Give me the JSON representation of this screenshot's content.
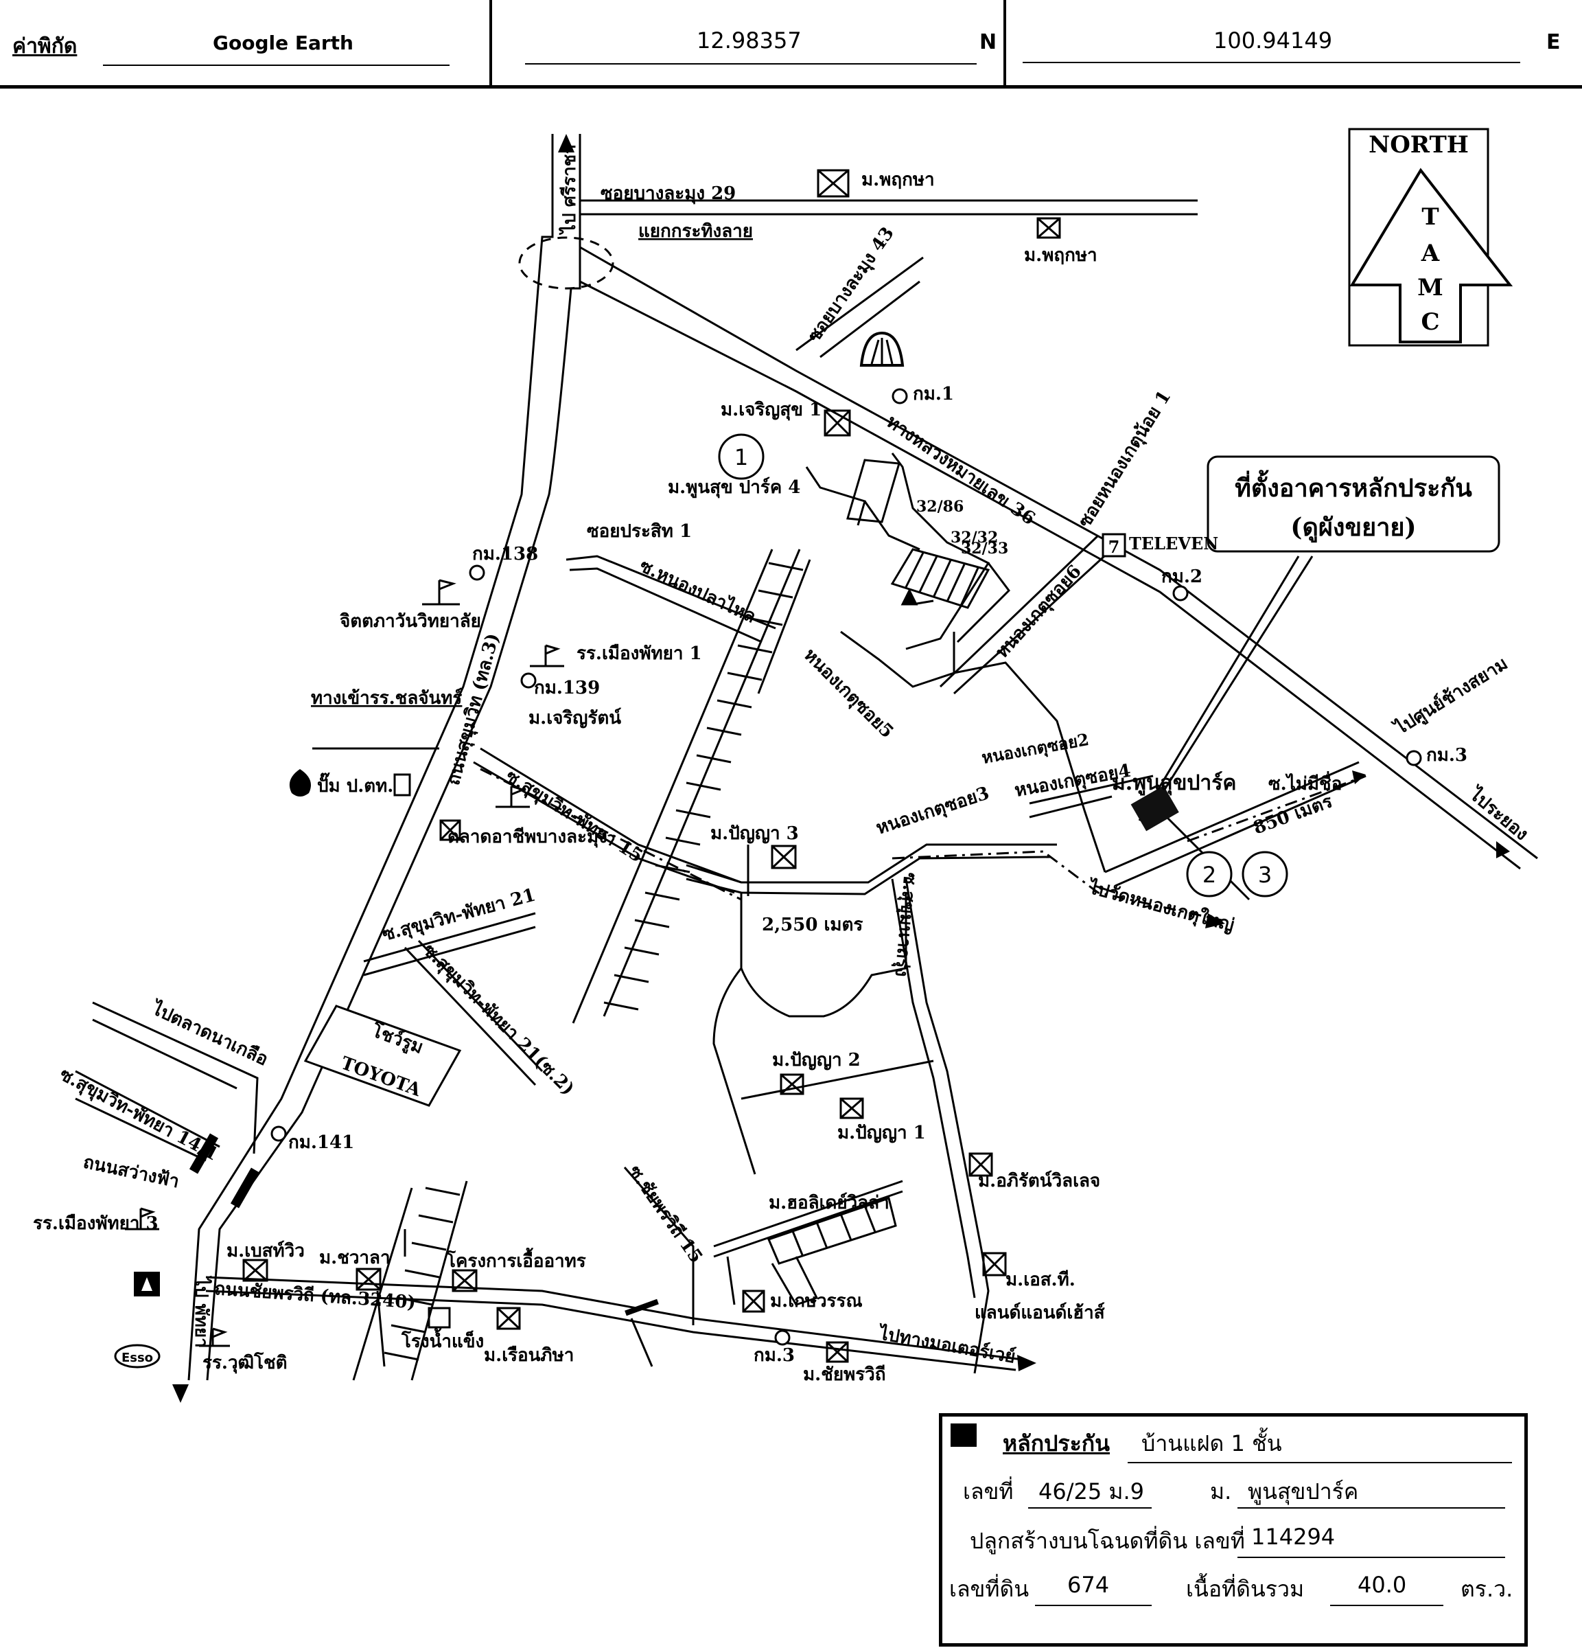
{
  "header": {
    "label": "ค่าพิกัด",
    "source": "Google Earth",
    "latitude": "12.98357",
    "lat_dir": "N",
    "longitude": "100.94149",
    "lon_dir": "E"
  },
  "compass": {
    "title": "NORTH",
    "letters": [
      "T",
      "A",
      "M",
      "C"
    ]
  },
  "callout": {
    "line1": "ที่ตั้งอาคารหลักประกัน",
    "line2": "(ดูผังขยาย)"
  },
  "map_labels": {
    "to_sriracha": "ไป ศรีราชา",
    "soi_bls29": "ซอยบางละมุง 29",
    "m_pruksa_1": "ม.พฤกษา",
    "m_pruksa_2": "ม.พฤกษา",
    "yaek_krating_lai": "แยกกระทิงลาย",
    "soi_bls43": "ซอยบางละมุง 43",
    "km1": "กม.1",
    "m_charoensuk1": "ม.เจริญสุข 1",
    "hwy36": "ทางหลวงหมายเลข 36",
    "soi_nongket_noi1": "ซอยหนองเกตุน้อย 1",
    "m_poonsuk_park4": "ม.พูนสุข ปาร์ค 4",
    "n1": "1",
    "n3286": "32/86",
    "n3232": "32/32",
    "n3233": "32/33",
    "seven_eleven": "TELEVEN",
    "km2": "กม.2",
    "km138": "กม.138",
    "soi_prasit1": "ซอยประสิท 1",
    "s_nong_pla_lai": "ซ.หนองปลาไหล",
    "chitpawan": "จิตตภาวันวิทยาลัย",
    "nongket_soi6": "หนองเกตุซอย6",
    "school_muang_pattaya1": "รร.เมืองพัทยา 1",
    "tang_khao_chonchan": "ทางเข้ารร.ชลจันทร์",
    "km139": "กม.139",
    "m_charoenrat": "ม.เจริญรัตน์",
    "sukhumvit_road": "ถนนสุขุมวิท (ทล.3)",
    "nongket_soi5": "หนองเกตุซอย5",
    "nongket_soi2": "หนองเกตุซอย2",
    "to_lotus": "ไปศูนย์ช้างสยาม",
    "km3_right": "กม.3",
    "ptt_pump": "ปั๊ม ป.ตท.",
    "s_sukhumvit_pattaya15": "ซ.สุขุมวิท-พัทยา 15",
    "m_poonsuk_park": "ม.พูนสุขปาร์ค",
    "s_mai_mee_chue": "ซ.ไม่มีชื่อ",
    "nongket_soi4": "หนองเกตุซอย4",
    "nongket_soi3": "หนองเกตุซอย3",
    "m850": "850 เมตร",
    "to_rayong": "ไประยอง",
    "market": "ตลาดอาชีพบางละมุง",
    "m_panya3": "ม.ปัญญา 3",
    "n2": "2",
    "n3": "3",
    "to_wat_nongket_yai": "ไปวัดหนองเกตุใหญ่",
    "s_sukhumvit_pattaya21": "ซ.สุขุมวิท-พัทยา 21",
    "m2550": "2,550 เมตร",
    "s_sukhumvit_pattaya21_2": "ซ.สุขุมวิท-พัทยา 21(ซ.2)",
    "s_tantrarat": "ซ.สุขุมนาถรุ่ง",
    "to_talad_naklua": "ไปตลาดนาเกลือ",
    "showroom": "โชว์รูม",
    "toyota": "TOYOTA",
    "m_panya2": "ม.ปัญญา 2",
    "m_panya1": "ม.ปัญญา 1",
    "s_sukhumvit_pattaya14": "ซ.สุขุมวิท-พัทยา 14/1",
    "km141": "กม.141",
    "thanon_sawang_fa": "ถนนสว่างฟ้า",
    "school_muang_pattaya3": "รร.เมืองพัทยา 3",
    "m_apirat_villa": "ม.อภิรัตน์วิลเลจ",
    "s_chaiyapruek15": "ซ.ชัยพรวิถี 15",
    "m_holiday_villa": "ม.ฮอลิเดย์วิลล่า",
    "m_best_view": "ม.เบสท์วิว",
    "m_chawala": "ม.ชวาลา",
    "project_ue_athorn": "โครงการเอื้ออาทร",
    "m_st_land": "ม.เอส.ที.",
    "m_st_land2": "แลนด์แอนด์เฮ้าส์",
    "thanon_chaiyapruek": "ถนนชัยพรวิถี (ทล.3240)",
    "m_kasetwan": "ม.เกษวรรณ",
    "ice_factory": "โรงน้ำแข็ง",
    "m_ruenpisa": "ม.เรือนภิษา",
    "km3_bottom": "กม.3",
    "to_highway_motorway": "ไปทางมอเตอร์เวย์",
    "m_chaiyapruek": "ม.ชัยพรวิถี",
    "to_pattaya": "ไป พัทยา",
    "school_wuttichot": "รร.วุฒิโชติ",
    "esso": "Esso"
  },
  "legend": {
    "title": "หลักประกัน",
    "type": "บ้านแฝด 1 ชั้น",
    "no_label": "เลขที่",
    "no_value": "46/25 ม.9",
    "village_label": "ม.",
    "village_value": "พูนสุขปาร์ค",
    "deed_label": "ปลูกสร้างบนโฉนดที่ดิน เลขที่",
    "deed_value": "114294",
    "land_no_label": "เลขที่ดิน",
    "land_no_value": "674",
    "area_label": "เนื้อที่ดินรวม",
    "area_value": "40.0",
    "area_unit": "ตร.ว."
  }
}
